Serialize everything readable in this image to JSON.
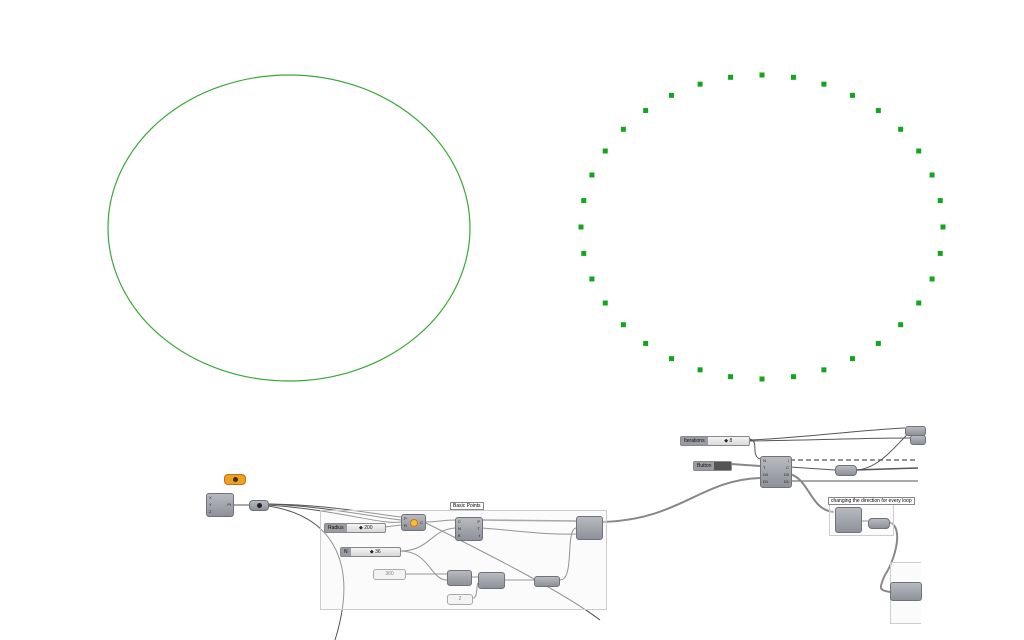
{
  "viewport": {
    "circle_color": "#3aa83a",
    "point_color": "#12a51f",
    "point_count": 36
  },
  "canvas": {
    "group_label": "Basic Points",
    "comment_label": "changing the direction for every loop",
    "radius_slider": {
      "label": "Radius",
      "value": "◆ 200"
    },
    "n_slider": {
      "label": "N",
      "value": "◆ 36"
    },
    "iterations_slider": {
      "label": "Iterations",
      "value": "◆ 8"
    },
    "button": {
      "label": "Button"
    },
    "panel_360": "360",
    "panel_2": "2",
    "loop_ports_in": [
      "N",
      "T",
      "D0",
      "D1"
    ],
    "loop_ports_out": [
      "I",
      "C",
      "D0",
      "D1"
    ],
    "xyz_ports": [
      "X",
      "Y",
      "Z"
    ],
    "xyz_out": "Pt",
    "circle_ports_in": [
      "P",
      "R"
    ],
    "circle_out": "C",
    "divide_ports_in": [
      "C",
      "N",
      "K"
    ],
    "divide_ports_out": [
      "P",
      "T",
      "t"
    ],
    "accent_orange": "#f0a020"
  }
}
